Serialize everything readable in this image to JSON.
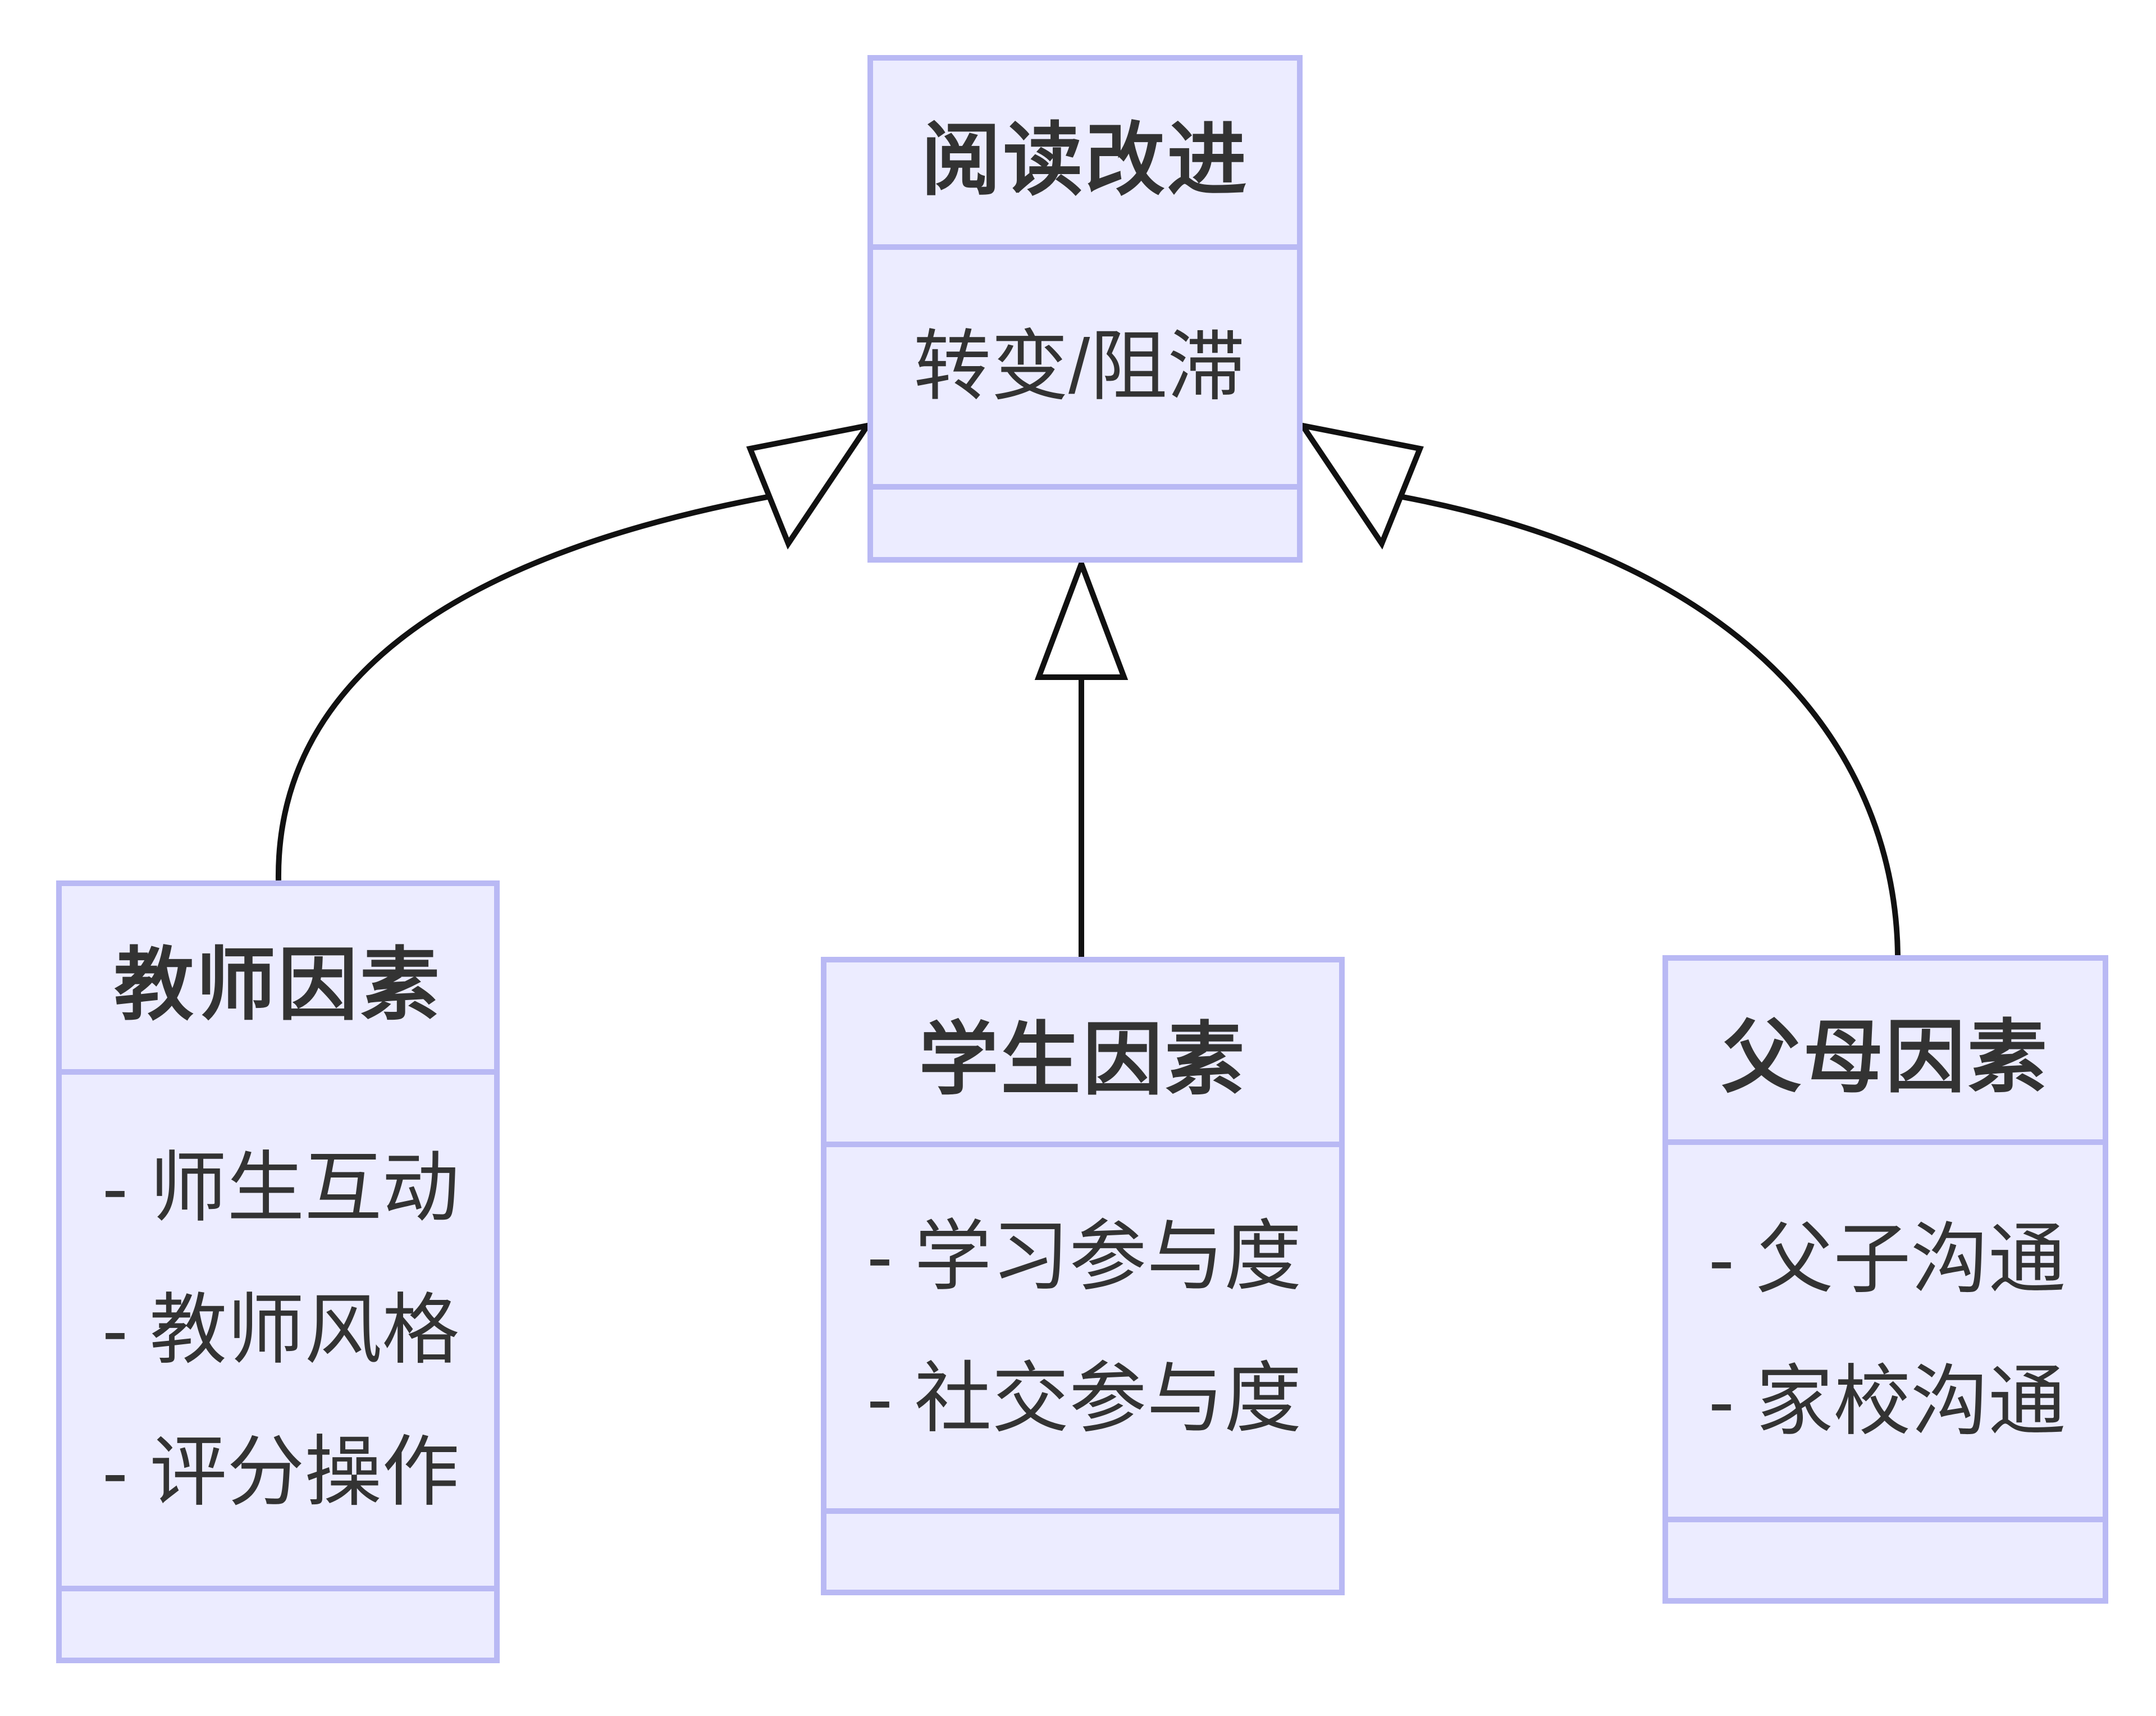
{
  "diagram": {
    "type": "class-diagram",
    "background_color": "#ffffff",
    "node_fill_color": "#ececff",
    "node_border_color": "#b9b9f4",
    "text_color": "#333333",
    "edge_color": "#111111",
    "classes": [
      {
        "id": "reading-improvement",
        "title": "阅读改进",
        "members": [
          "转变/阻滞"
        ]
      },
      {
        "id": "teacher-factors",
        "title": "教师因素",
        "members": [
          "- 师生互动",
          "- 教师风格",
          "- 评分操作"
        ]
      },
      {
        "id": "student-factors",
        "title": "学生因素",
        "members": [
          "- 学习参与度",
          "- 社交参与度"
        ]
      },
      {
        "id": "parent-factors",
        "title": "父母因素",
        "members": [
          "- 父子沟通",
          "- 家校沟通"
        ]
      }
    ],
    "edges": [
      {
        "from": "教师因素",
        "to": "阅读改进",
        "type": "inheritance-hollow-triangle"
      },
      {
        "from": "学生因素",
        "to": "阅读改进",
        "type": "inheritance-hollow-triangle"
      },
      {
        "from": "父母因素",
        "to": "阅读改进",
        "type": "inheritance-hollow-triangle"
      }
    ]
  }
}
